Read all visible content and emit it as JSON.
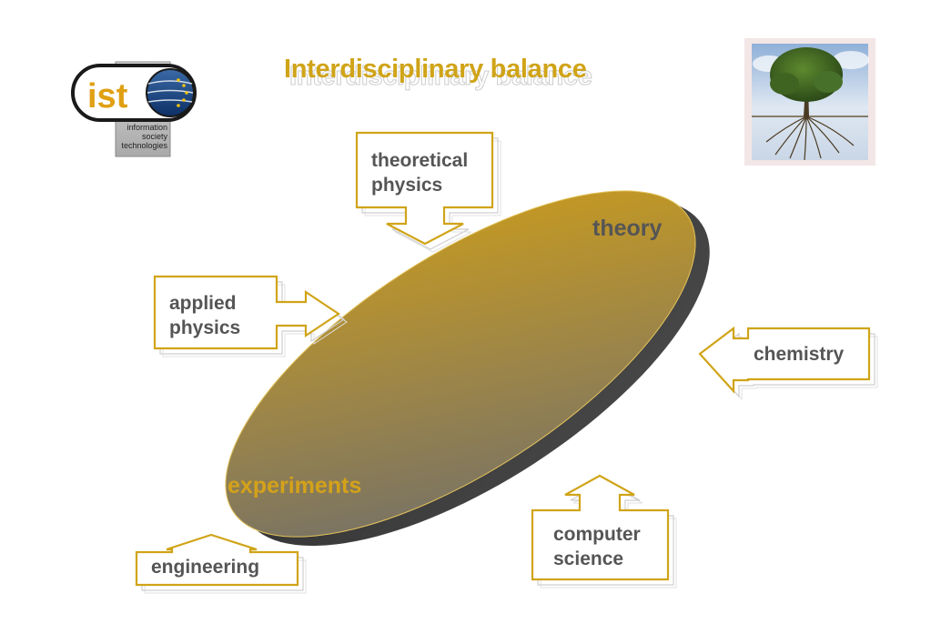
{
  "title": "Interdisciplinary balance",
  "logo": {
    "text": "ist",
    "caption": [
      "information",
      "society",
      "technologies"
    ],
    "icon": "ist-logo"
  },
  "image": {
    "icon": "tree-with-roots-photo"
  },
  "plate": {
    "top_label": "theory",
    "bottom_label": "experiments",
    "top_label_color": "#555555",
    "bottom_label_color": "#d4a21a"
  },
  "colors": {
    "accent": "#d0a418",
    "plate_top": "#c99a1c",
    "plate_bottom": "#6f6f6f",
    "plate_edge": "#3a3a3a",
    "label_text": "#555555"
  },
  "inputs": [
    {
      "id": "theoretical-physics",
      "label": "theoretical\nphysics",
      "arrow": "down"
    },
    {
      "id": "applied-physics",
      "label": "applied\nphysics",
      "arrow": "right"
    },
    {
      "id": "chemistry",
      "label": "chemistry",
      "arrow": "left"
    },
    {
      "id": "computer-science",
      "label": "computer\nscience",
      "arrow": "up"
    },
    {
      "id": "engineering",
      "label": "engineering",
      "arrow": "up"
    }
  ]
}
